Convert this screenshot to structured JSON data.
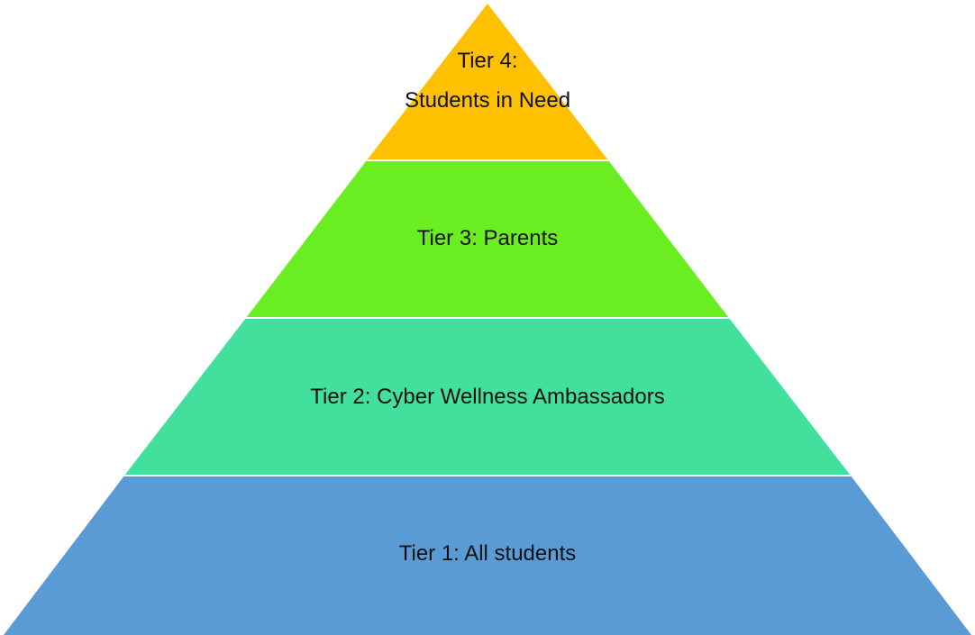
{
  "diagram": {
    "type": "pyramid",
    "tiers": [
      {
        "label_lines": [
          "Tier 4:",
          "Students in Need"
        ],
        "color": "#FFC000"
      },
      {
        "label_lines": [
          "Tier 3: Parents"
        ],
        "color": "#6AEE22"
      },
      {
        "label_lines": [
          "Tier 2: Cyber Wellness Ambassadors"
        ],
        "color": "#42E09C"
      },
      {
        "label_lines": [
          "Tier 1: All students"
        ],
        "color": "#5B9BD5"
      }
    ],
    "separator_color": "#FFFFFF"
  }
}
